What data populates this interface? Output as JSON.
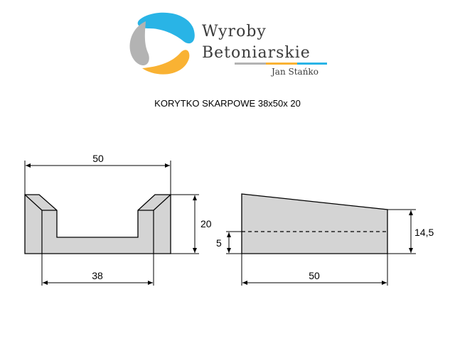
{
  "logo": {
    "line1": "Wyroby",
    "line2": "Betoniarskie",
    "owner": "Jan Stańko",
    "colors": {
      "cyan": "#29b4e6",
      "orange": "#f9b233",
      "gray": "#b3b3b3"
    }
  },
  "title": "KORYTKO SKARPOWE 38x50x 20",
  "front_view": {
    "width_top": "50",
    "width_bottom": "38",
    "height": "20"
  },
  "side_view": {
    "length": "50",
    "height_right": "14,5",
    "depth_marker": "5"
  },
  "colors": {
    "fill": "#d4d4d4",
    "stroke": "#000000"
  }
}
